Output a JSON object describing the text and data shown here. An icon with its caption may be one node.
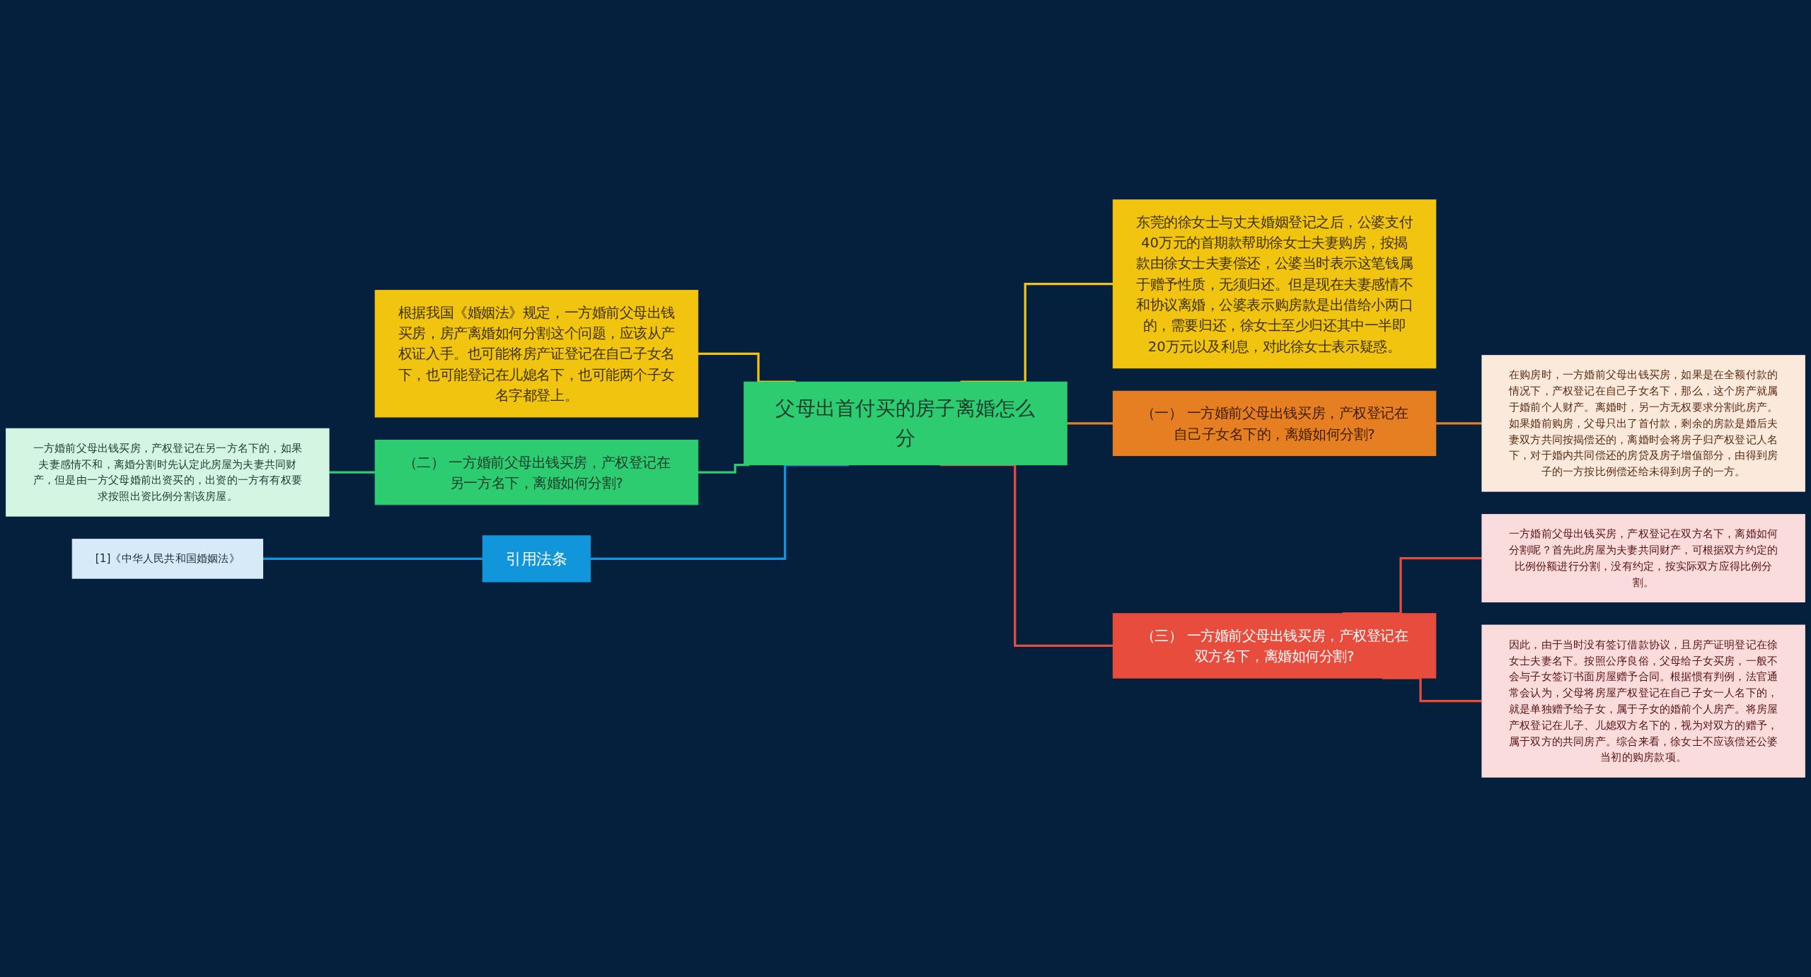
{
  "diagram": {
    "nodes": [
      {
        "text": [
          "父母出首付买的房子离婚怎么分"
        ]
      },
      {
        "text": [
          "东莞的徐女士与丈夫婚姻登记之后，公婆支付40万元的首期款帮助徐女士夫妻购房，按揭款由徐女士夫妻偿还，公婆当时表示这笔钱属于赠予性质，无须归还。但是现在夫妻感情不和协议离婚，公婆表示购房款是出借给小两口的，需要归还，徐女士至少归还其中一半即20万元以及利息，对此徐女士表示疑惑。"
        ]
      },
      {
        "text": [
          "（一） 一方婚前父母出钱买房，产权登记在自己子女名下的，离婚如何分割?"
        ]
      },
      {
        "text": [
          "在购房时，一方婚前父母出钱买房，如果是在全额付款的情况下，产权登记在自己子女名下，那么，这个房产就属于婚前个人财产。离婚时，另一方无权要求分割此房产。如果婚前购房，父母只出了首付款，剩余的房款是婚后夫妻双方共同按揭偿还的，离婚时会将房子归产权登记人名下，对于婚内共同偿还的房贷及房子增值部分，由得到房子的一方按比例偿还给未得到房子的一方。"
        ]
      },
      {
        "text": [
          "（三） 一方婚前父母出钱买房，产权登记在双方名下，离婚如何分割?"
        ]
      },
      {
        "text": [
          "一方婚前父母出钱买房，产权登记在双方名下，离婚如何分割呢？首先此房屋为夫妻共同财产，可根据双方约定的比例份额进行分割，没有约定，按实际双方应得比例分割。"
        ]
      },
      {
        "text": [
          "因此，由于当时没有签订借款协议，且房产证明登记在徐女士夫妻名下。按照公序良俗，父母给子女买房，一般不会与子女签订书面房屋赠予合同。根据惯有判例，法官通常会认为，父母将房屋产权登记在自己子女一人名下的，就是单独赠予给子女，属于子女的婚前个人房产。将房屋产权登记在儿子、儿媳双方名下的，视为对双方的赠予，属于双方的共同房产。综合来看，徐女士不应该偿还公婆当初的购房款项。"
        ]
      },
      {
        "text": [
          "根据我国《婚姻法》规定，一方婚前父母出钱买房，房产离婚如何分割这个问题，应该从产权证入手。也可能将房产证登记在自己子女名下，也可能登记在儿媳名下，也可能两个子女名字都登上。"
        ]
      },
      {
        "text": [
          "（二） 一方婚前父母出钱买房，产权登记在另一方名下，离婚如何分割?"
        ]
      },
      {
        "text": [
          "一方婚前父母出钱买房，产权登记在另一方名下的，如果夫妻感情不和，离婚分割时先认定此房屋为夫妻共同财产，但是由一方父母婚前出资买的，出资的一方有有权要求按照出资比例分割该房屋。"
        ]
      },
      {
        "text": [
          "引用法条"
        ]
      },
      {
        "text": [
          "[1]《中华人民共和国婚姻法》"
        ]
      }
    ],
    "edges": [
      {
        "from": 0,
        "to": 1,
        "arrow": "none",
        "color": "#f1c40f"
      },
      {
        "from": 0,
        "to": 2,
        "arrow": "none",
        "color": "#e67e22"
      },
      {
        "from": 0,
        "to": 4,
        "arrow": "none",
        "color": "#e74c3c"
      },
      {
        "from": 0,
        "to": 7,
        "arrow": "none",
        "color": "#f1c40f"
      },
      {
        "from": 0,
        "to": 8,
        "arrow": "none",
        "color": "#2ecc71"
      },
      {
        "from": 0,
        "to": 10,
        "arrow": "none",
        "color": "#1296db"
      },
      {
        "from": 2,
        "to": 3,
        "arrow": "none",
        "color": "#e67e22"
      },
      {
        "from": 4,
        "to": 5,
        "arrow": "none",
        "color": "#e74c3c"
      },
      {
        "from": 4,
        "to": 6,
        "arrow": "none",
        "color": "#e74c3c"
      },
      {
        "from": 8,
        "to": 9,
        "arrow": "none",
        "color": "#2ecc71"
      },
      {
        "from": 10,
        "to": 11,
        "arrow": "none",
        "color": "#1296db"
      }
    ]
  }
}
